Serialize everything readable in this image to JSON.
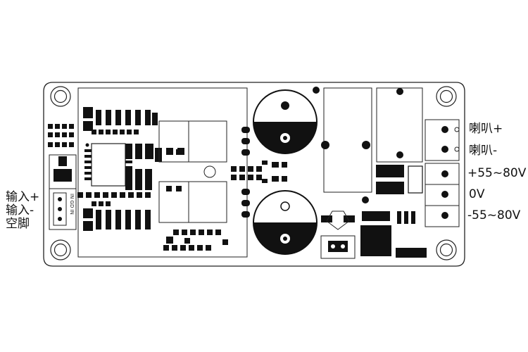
{
  "left_labels": {
    "input_plus": "输入+",
    "input_minus": "输入-",
    "empty_pin": "空脚"
  },
  "right_labels": {
    "speaker_plus": "喇叭+",
    "speaker_minus": "喇叭-",
    "supply_plus": "+55~80V",
    "supply_zero": "0V",
    "supply_minus": "-55~80V"
  },
  "connector_pin_text": "IN GD IN",
  "colors": {
    "outline": "#222222",
    "component": "#111111",
    "background": "#ffffff"
  }
}
